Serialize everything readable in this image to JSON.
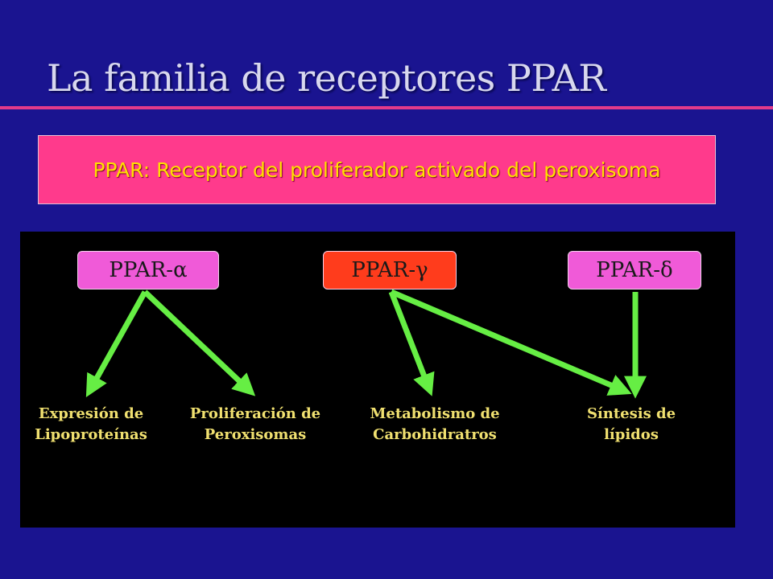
{
  "slide": {
    "title": "La familia de receptores PPAR",
    "definition": "PPAR: Receptor del proliferador activado del peroxisoma"
  },
  "nodes": [
    {
      "id": "alpha",
      "label": "PPAR-α",
      "color": "#f05ad8"
    },
    {
      "id": "gamma",
      "label": "PPAR-γ",
      "color": "#ff3c1c"
    },
    {
      "id": "delta",
      "label": "PPAR-δ",
      "color": "#f05ad8"
    }
  ],
  "effects": [
    {
      "id": "lipo",
      "line1": "Expresión de",
      "line2": "Lipoproteínas"
    },
    {
      "id": "perox",
      "line1": "Proliferación de",
      "line2": "Peroxisomas"
    },
    {
      "id": "carbo",
      "line1": "Metabolismo de",
      "line2": "Carbohidratros"
    },
    {
      "id": "lipid",
      "line1": "Síntesis de",
      "line2": "lípidos"
    }
  ],
  "links": [
    {
      "from": "alpha",
      "to": "lipo"
    },
    {
      "from": "alpha",
      "to": "perox"
    },
    {
      "from": "gamma",
      "to": "carbo"
    },
    {
      "from": "gamma",
      "to": "lipid"
    },
    {
      "from": "delta",
      "to": "lipid"
    }
  ],
  "colors": {
    "background": "#1a1490",
    "title_rule": "#e23a8a",
    "definition_box": "#ff3a8c",
    "definition_text": "#ffe000",
    "arrow": "#66ee44",
    "effect_text": "#f0e070"
  }
}
